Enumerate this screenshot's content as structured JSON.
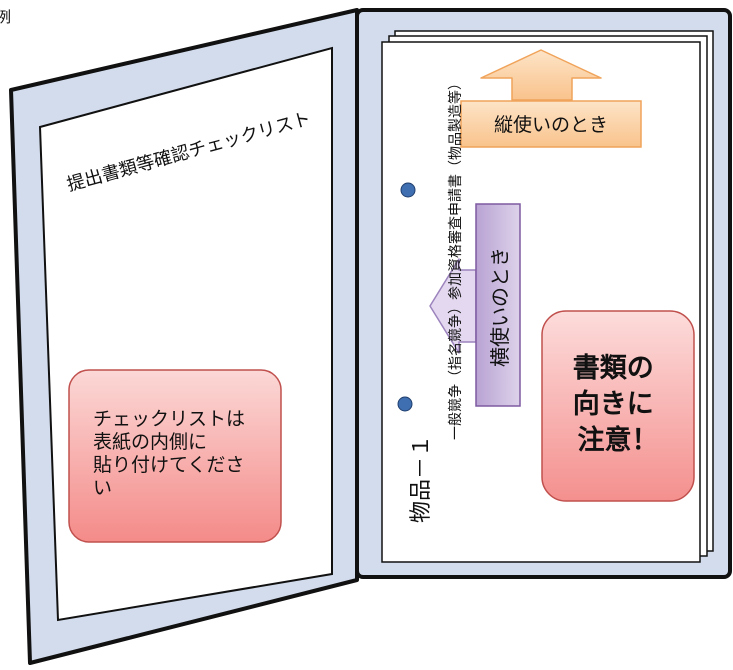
{
  "corner_label": "例",
  "left_page": {
    "checklist_title": "提出書類等確認チェックリスト",
    "note_lines": [
      "チェックリストは",
      "表紙の内側に",
      "貼り付けてくださ",
      "い"
    ]
  },
  "right_page": {
    "vertical_use_label": "縦使いのとき",
    "horizontal_use_label": "横使いのとき",
    "document_title": "一般競争（指名競争）参加資格審査申請書（物品製造等）",
    "item_label": "物品－１",
    "warning_lines": [
      "書類の",
      "向きに",
      "注意！"
    ]
  },
  "colors": {
    "cover": "#d2dcec",
    "cover_border": "#111111",
    "orange_fill": "#fbd3a8",
    "orange_border": "#f0a35a",
    "pink_fill": "#f7a4a2",
    "pink_border": "#c0504d",
    "purple_fill": "#c9b9dc",
    "purple_border": "#7e5aa0",
    "hole": "#3f6fb0"
  }
}
